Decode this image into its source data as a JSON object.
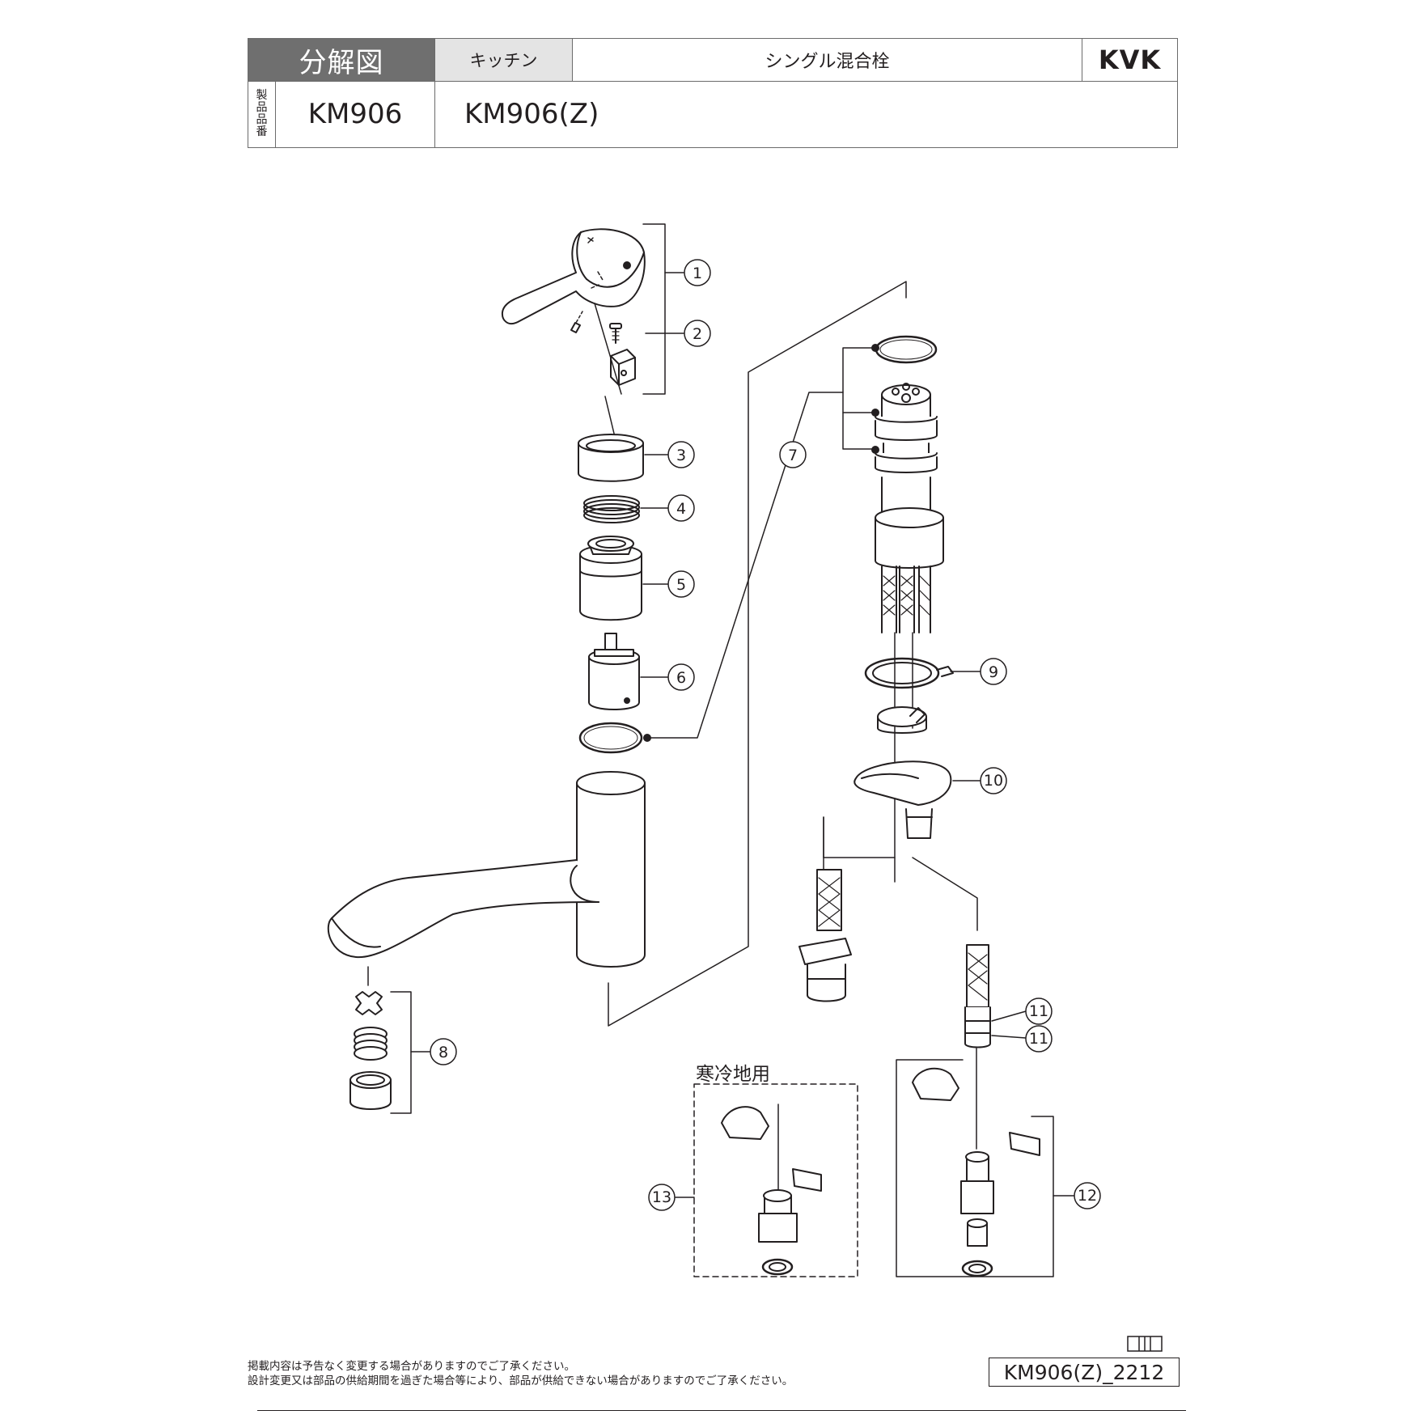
{
  "header": {
    "title": "分解図",
    "category": "キッチン",
    "product_type": "シングル混合栓",
    "brand": "KVK",
    "vertical_label": [
      "製",
      "品",
      "品",
      "番"
    ],
    "model": "KM906",
    "variants": "KM906(Z)"
  },
  "callouts": {
    "c1": "1",
    "c2": "2",
    "c3": "3",
    "c4": "4",
    "c5": "5",
    "c6": "6",
    "c7": "7",
    "c8": "8",
    "c9": "9",
    "c10": "10",
    "c11a": "11",
    "c11b": "11",
    "c12": "12",
    "c13": "13"
  },
  "cold_region_label": "寒冷地用",
  "footer": {
    "notice_line1": "掲載内容は予告なく変更する場合がありますのでご了承ください。",
    "notice_line2": "設計変更又は部品の供給期間を過ぎた場合等により、部品が供給できない場合がありますのでご了承ください。",
    "doc_code": "KM906(Z)_2212"
  },
  "colors": {
    "line": "#231f20",
    "header_dark": "#6f6f6f",
    "header_light": "#e4e4e4"
  }
}
